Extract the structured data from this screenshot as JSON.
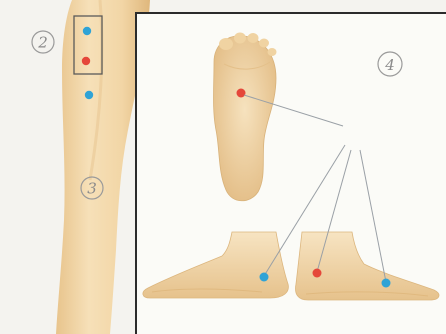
{
  "labels": {
    "two": "2",
    "three": "3",
    "four": "4"
  },
  "colors": {
    "background": "#f4f3ef",
    "skin": "#f2d7a8",
    "skin_shadow": "#e2bf86",
    "panel": "#fbfbf7",
    "panel_border": "#2b2b2b",
    "point_red": "#e5473a",
    "point_blue": "#2fa3d6",
    "leader_line": "#9aa0a6"
  },
  "points": {
    "leg": [
      "blue",
      "red",
      "blue"
    ],
    "sole": [
      "red"
    ],
    "ankles": [
      "blue",
      "red",
      "blue"
    ]
  }
}
